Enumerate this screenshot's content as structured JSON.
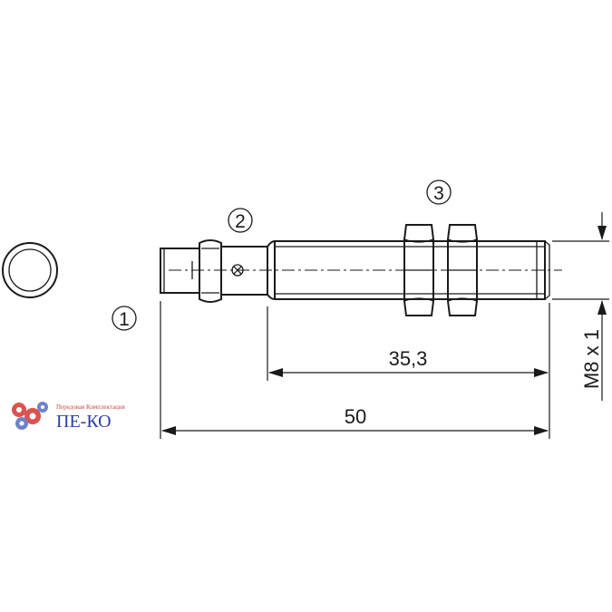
{
  "callouts": {
    "c1": "1",
    "c2": "2",
    "c3": "3"
  },
  "dimensions": {
    "length_total": "50",
    "length_thread": "35,3",
    "thread_size": "M8 x 1"
  },
  "logo": {
    "tagline": "Передовая Комплектация",
    "name": "ПЕ-КО",
    "colors": {
      "gear_red": "#d9534f",
      "gear_blue": "#6f83c9",
      "text_blue": "#2b3f9e"
    }
  }
}
